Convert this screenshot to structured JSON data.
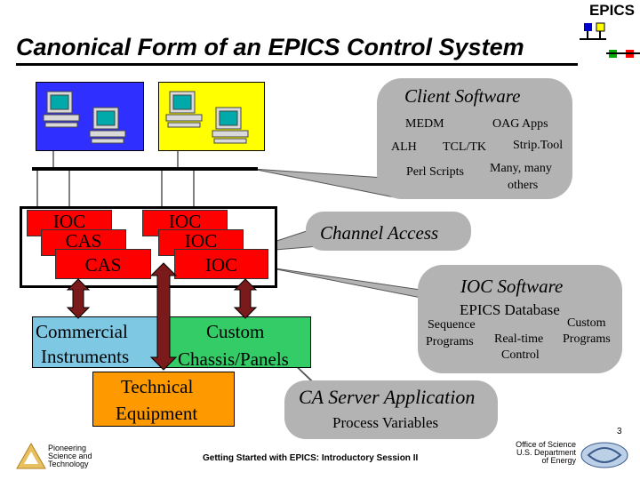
{
  "header": {
    "title": "Canonical Form of an EPICS Control System",
    "logo_text": "EPICS"
  },
  "client": {
    "heading": "Client Software",
    "items": [
      "MEDM",
      "OAG Apps",
      "ALH",
      "TCL/TK",
      "Strip.Tool",
      "Perl Scripts",
      "Many, many",
      "others"
    ]
  },
  "channel_access": "Channel Access",
  "ioc_stack": {
    "back_left": "IOC",
    "mid_left": "CAS",
    "front_left": "CAS",
    "back_right": "IOC",
    "mid_right": "IOC",
    "front_right": "IOC"
  },
  "ioc_software": {
    "heading": "IOC Software",
    "items": [
      "EPICS Database",
      "Sequence",
      "Programs",
      "Custom",
      "Programs",
      "Real-time",
      "Control"
    ]
  },
  "hardware": {
    "commercial": [
      "Commercial",
      "Instruments"
    ],
    "custom": [
      "Custom",
      "Chassis/Panels"
    ],
    "technical": [
      "Technical",
      "Equipment"
    ]
  },
  "ca_server": {
    "heading": "CA Server Application",
    "sub": "Process Variables"
  },
  "footer": {
    "left": [
      "Pioneering",
      "Science and",
      "Technology"
    ],
    "center": "Getting Started with EPICS: Introductory Session II",
    "right": [
      "Office of Science",
      "U.S. Department",
      "of Energy"
    ],
    "page_number": "3"
  },
  "colors": {
    "workstation_bg_left": "#2f2fff",
    "workstation_bg_right": "#ffff00",
    "ioc_red": "#ff0000",
    "instrument_blue": "#7ec8e3",
    "panel_green": "#33cc66",
    "equipment_orange": "#ff9900",
    "arrow_brown": "#7a1a1a",
    "bubble_gray": "#b3b3b3"
  }
}
